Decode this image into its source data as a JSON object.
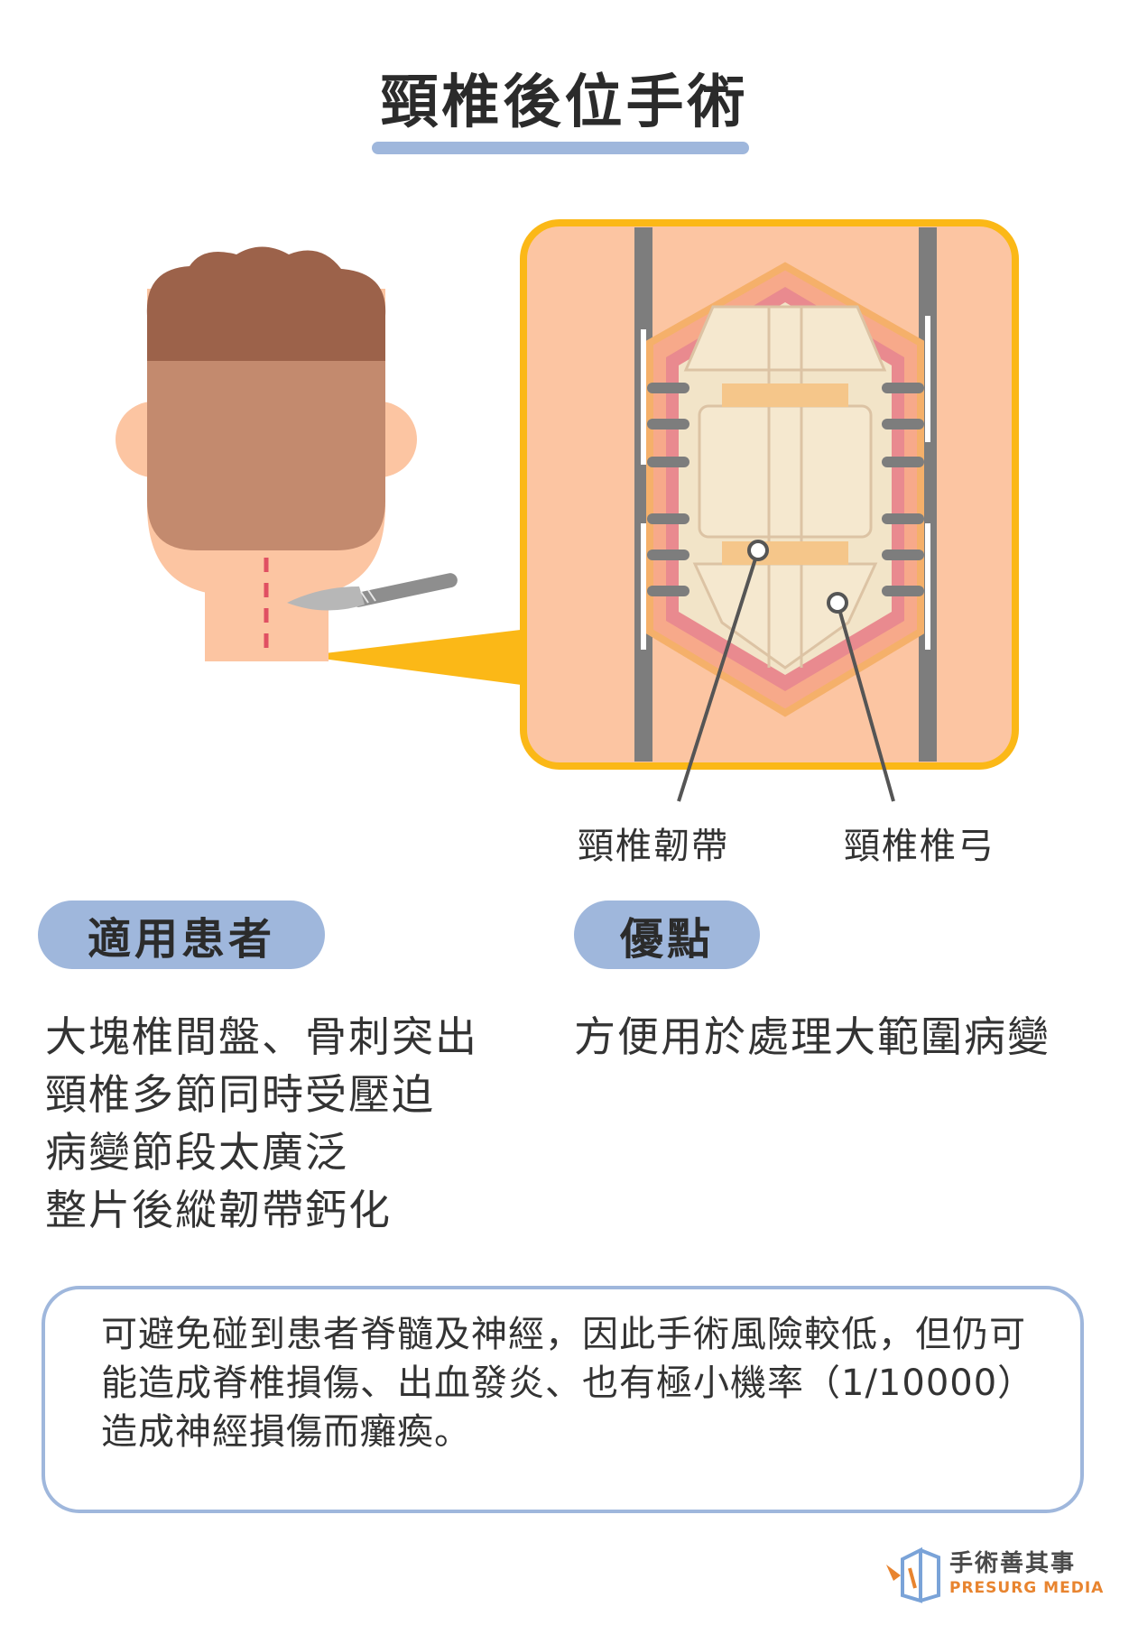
{
  "title": "頸椎後位手術",
  "callouts": {
    "ligament": "頸椎韌帶",
    "lamina": "頸椎椎弓"
  },
  "sections": {
    "patients": {
      "label": "適用患者",
      "items": [
        "大塊椎間盤、骨刺突出",
        "頸椎多節同時受壓迫",
        "病變節段太廣泛",
        "整片後縱韌帶鈣化"
      ]
    },
    "advantages": {
      "label": "優點",
      "items": [
        "方便用於處理大範圍病變"
      ]
    }
  },
  "note": "可避免碰到患者脊髓及神經，因此手術風險較低，但仍可能造成脊椎損傷、出血發炎、也有極小機率（1/10000）造成神經損傷而癱瘓。",
  "logo": {
    "name_cn": "手術善其事",
    "name_en": "PRESURG MEDIA"
  },
  "colors": {
    "accent_blue": "#9fb7dc",
    "frame_orange": "#fbb817",
    "skin": "#fcc5a2",
    "hair": "#9c624a",
    "incision_red": "#e05062"
  }
}
